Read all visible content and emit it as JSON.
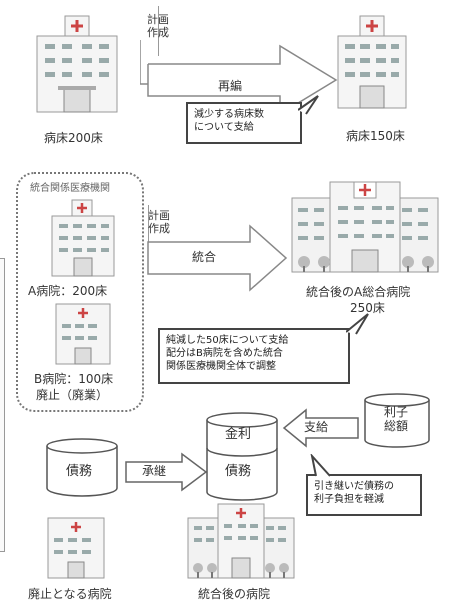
{
  "top": {
    "label_plan": "計画\n作成",
    "arrow_reorg": "再編",
    "hosp_left_caption": "病床200床",
    "hosp_right_caption": "病床150床",
    "note_decrease": "減少する病床数\nについて支給"
  },
  "middle": {
    "group_title": "統合関係医療機関",
    "label_plan": "計画\n作成",
    "arrow_merge": "統合",
    "hosp_a_caption": "A病院：200床",
    "hosp_b_caption_1": "B病院：100床",
    "hosp_b_caption_2": "廃止（廃業）",
    "merged_caption_1": "統合後のA総合病院",
    "merged_caption_2": "250床",
    "note_net_reduction": "純減した50床について支給\n配分はB病院を含めた統合\n関係医療機関全体で調整"
  },
  "bottom": {
    "cyl_debt": "債務",
    "arrow_takeover": "承継",
    "cyl_merged_top": "金利",
    "cyl_merged_debt": "債務",
    "arrow_pay": "支給",
    "cyl_interest": "利子\n総額",
    "note_interest": "引き継いだ債務の\n利子負担を軽減",
    "closed_caption": "廃止となる病院",
    "merged_caption": "統合後の病院"
  }
}
